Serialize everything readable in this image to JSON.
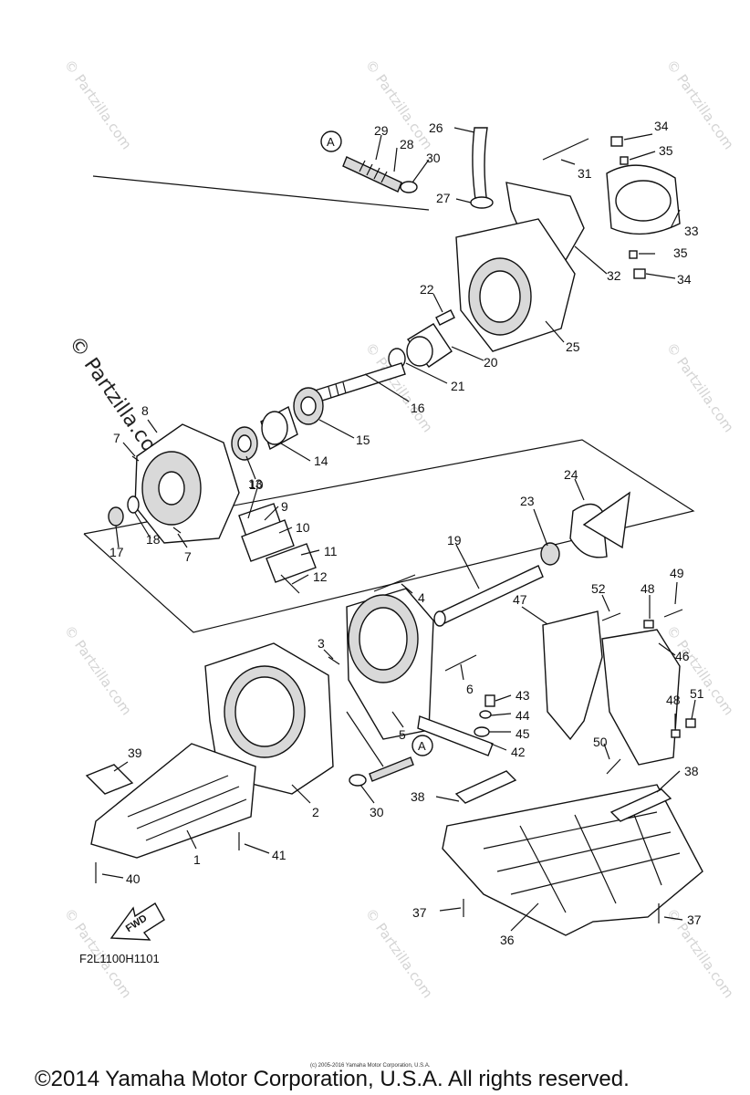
{
  "watermark": {
    "text": "© Partzilla.com",
    "main_text": "© Partzilla.com"
  },
  "callouts": {
    "c1": "1",
    "c2": "2",
    "c3": "3",
    "c4": "4",
    "c5": "5",
    "c6": "6",
    "c7a": "7",
    "c7b": "7",
    "c8": "8",
    "c9": "9",
    "c10a": "10",
    "c10b": "10",
    "c11": "11",
    "c12": "12",
    "c13": "13",
    "c14": "14",
    "c15": "15",
    "c16": "16",
    "c17": "17",
    "c18": "18",
    "c19": "19",
    "c20": "20",
    "c21": "21",
    "c22": "22",
    "c23": "23",
    "c24": "24",
    "c25": "25",
    "c26": "26",
    "c27": "27",
    "c28": "28",
    "c29": "29",
    "c30a": "30",
    "c30b": "30",
    "c31": "31",
    "c32": "32",
    "c33": "33",
    "c34a": "34",
    "c34b": "34",
    "c35a": "35",
    "c35b": "35",
    "c36": "36",
    "c37a": "37",
    "c37b": "37",
    "c38a": "38",
    "c38b": "38",
    "c39": "39",
    "c40": "40",
    "c41": "41",
    "c42": "42",
    "c43": "43",
    "c44": "44",
    "c45": "45",
    "c46": "46",
    "c47": "47",
    "c48a": "48",
    "c48b": "48",
    "c49": "49",
    "c50": "50",
    "c51": "51",
    "c52": "52"
  },
  "ref_a": "A",
  "fwd_label": "FWD",
  "drawing_code": "F2L1100H1101",
  "small_copyright": "(c) 2005-2016 Yamaha Motor Corporation, U.S.A.",
  "copyright": "©2014 Yamaha Motor Corporation, U.S.A. All rights reserved."
}
